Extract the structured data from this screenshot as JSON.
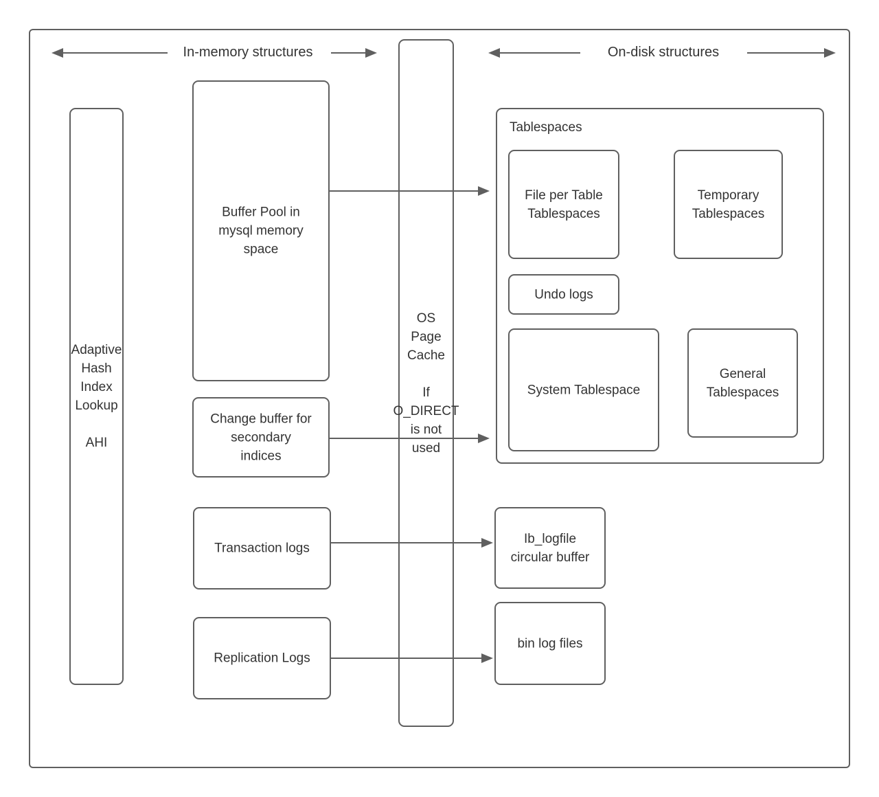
{
  "headers": {
    "in_memory": "In-memory structures",
    "on_disk": "On-disk structures"
  },
  "boxes": {
    "ahi": {
      "label": "Adaptive\nHash\nIndex\nLookup\n\nAHI"
    },
    "buffer_pool": {
      "label": "Buffer Pool in\nmysql memory\nspace"
    },
    "change_buffer": {
      "label": "Change buffer for\nsecondary\nindices"
    },
    "transaction_logs": {
      "label": "Transaction logs"
    },
    "replication_logs": {
      "label": "Replication Logs"
    },
    "os_page_cache": {
      "label": "OS\nPage\nCache\n\nIf\nO_DIRECT\nis not\nused"
    },
    "tablespaces": {
      "title": "Tablespaces"
    },
    "file_per_table": {
      "label": "File per Table\nTablespaces"
    },
    "temporary": {
      "label": "Temporary\nTablespaces"
    },
    "undo_logs": {
      "label": "Undo logs"
    },
    "system": {
      "label": "System Tablespace"
    },
    "general": {
      "label": "General\nTablespaces"
    },
    "ib_logfile": {
      "label": "Ib_logfile\ncircular buffer"
    },
    "bin_log": {
      "label": "bin log files"
    }
  },
  "colors": {
    "border": "#5f5f5f",
    "text": "#333333",
    "background": "#ffffff"
  }
}
